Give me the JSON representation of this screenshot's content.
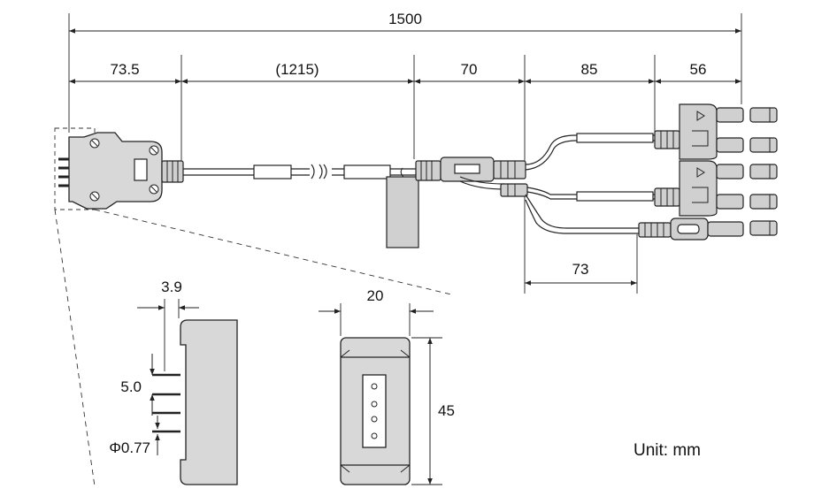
{
  "dimensions": {
    "total": "1500",
    "seg1": "73.5",
    "seg2": "(1215)",
    "seg3": "70",
    "seg4": "85",
    "seg5": "56",
    "probe": "73",
    "pin_pitch_offset": "3.9",
    "pin_spacing": "5.0",
    "pin_diameter": "Φ0.77",
    "connector_width": "20",
    "connector_height": "45"
  },
  "unit_label": "Unit: mm"
}
